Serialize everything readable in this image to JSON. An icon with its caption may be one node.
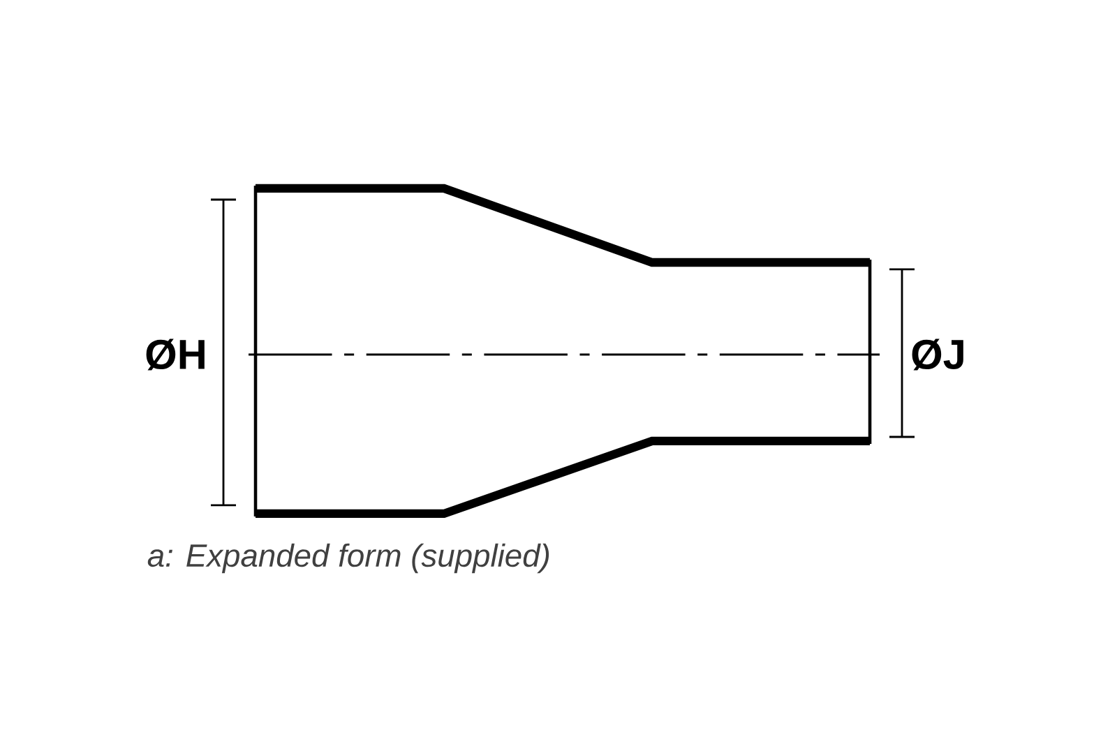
{
  "diagram": {
    "caption": "a: Expanded form (supplied)",
    "labels": [
      "ØH",
      "ØJ"
    ]
  }
}
